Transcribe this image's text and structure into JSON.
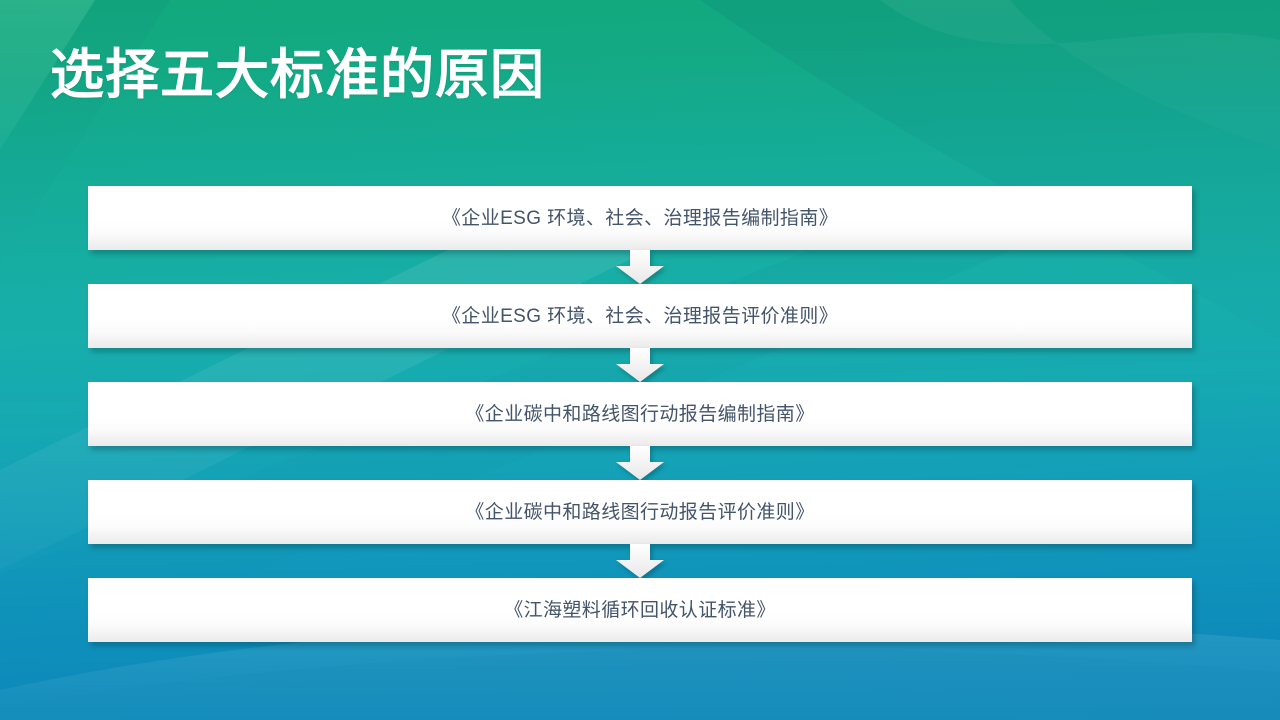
{
  "slide": {
    "title": "选择五大标准的原因",
    "title_color": "#ffffff",
    "background": {
      "type": "gradient-swoosh",
      "top_color": "#12a97c",
      "mid_color": "#17aeab",
      "bottom_color": "#0e89ba"
    }
  },
  "flow": {
    "box_fill": "#ffffff",
    "box_text_color": "#44546a",
    "arrow_color": "#f2f2f2",
    "arrow_icon": "arrow-down-icon",
    "steps": [
      {
        "label": "《企业ESG 环境、社会、治理报告编制指南》"
      },
      {
        "label": "《企业ESG 环境、社会、治理报告评价准则》"
      },
      {
        "label": "《企业碳中和路线图行动报告编制指南》"
      },
      {
        "label": "《企业碳中和路线图行动报告评价准则》"
      },
      {
        "label": "《江海塑料循环回收认证标准》"
      }
    ]
  }
}
